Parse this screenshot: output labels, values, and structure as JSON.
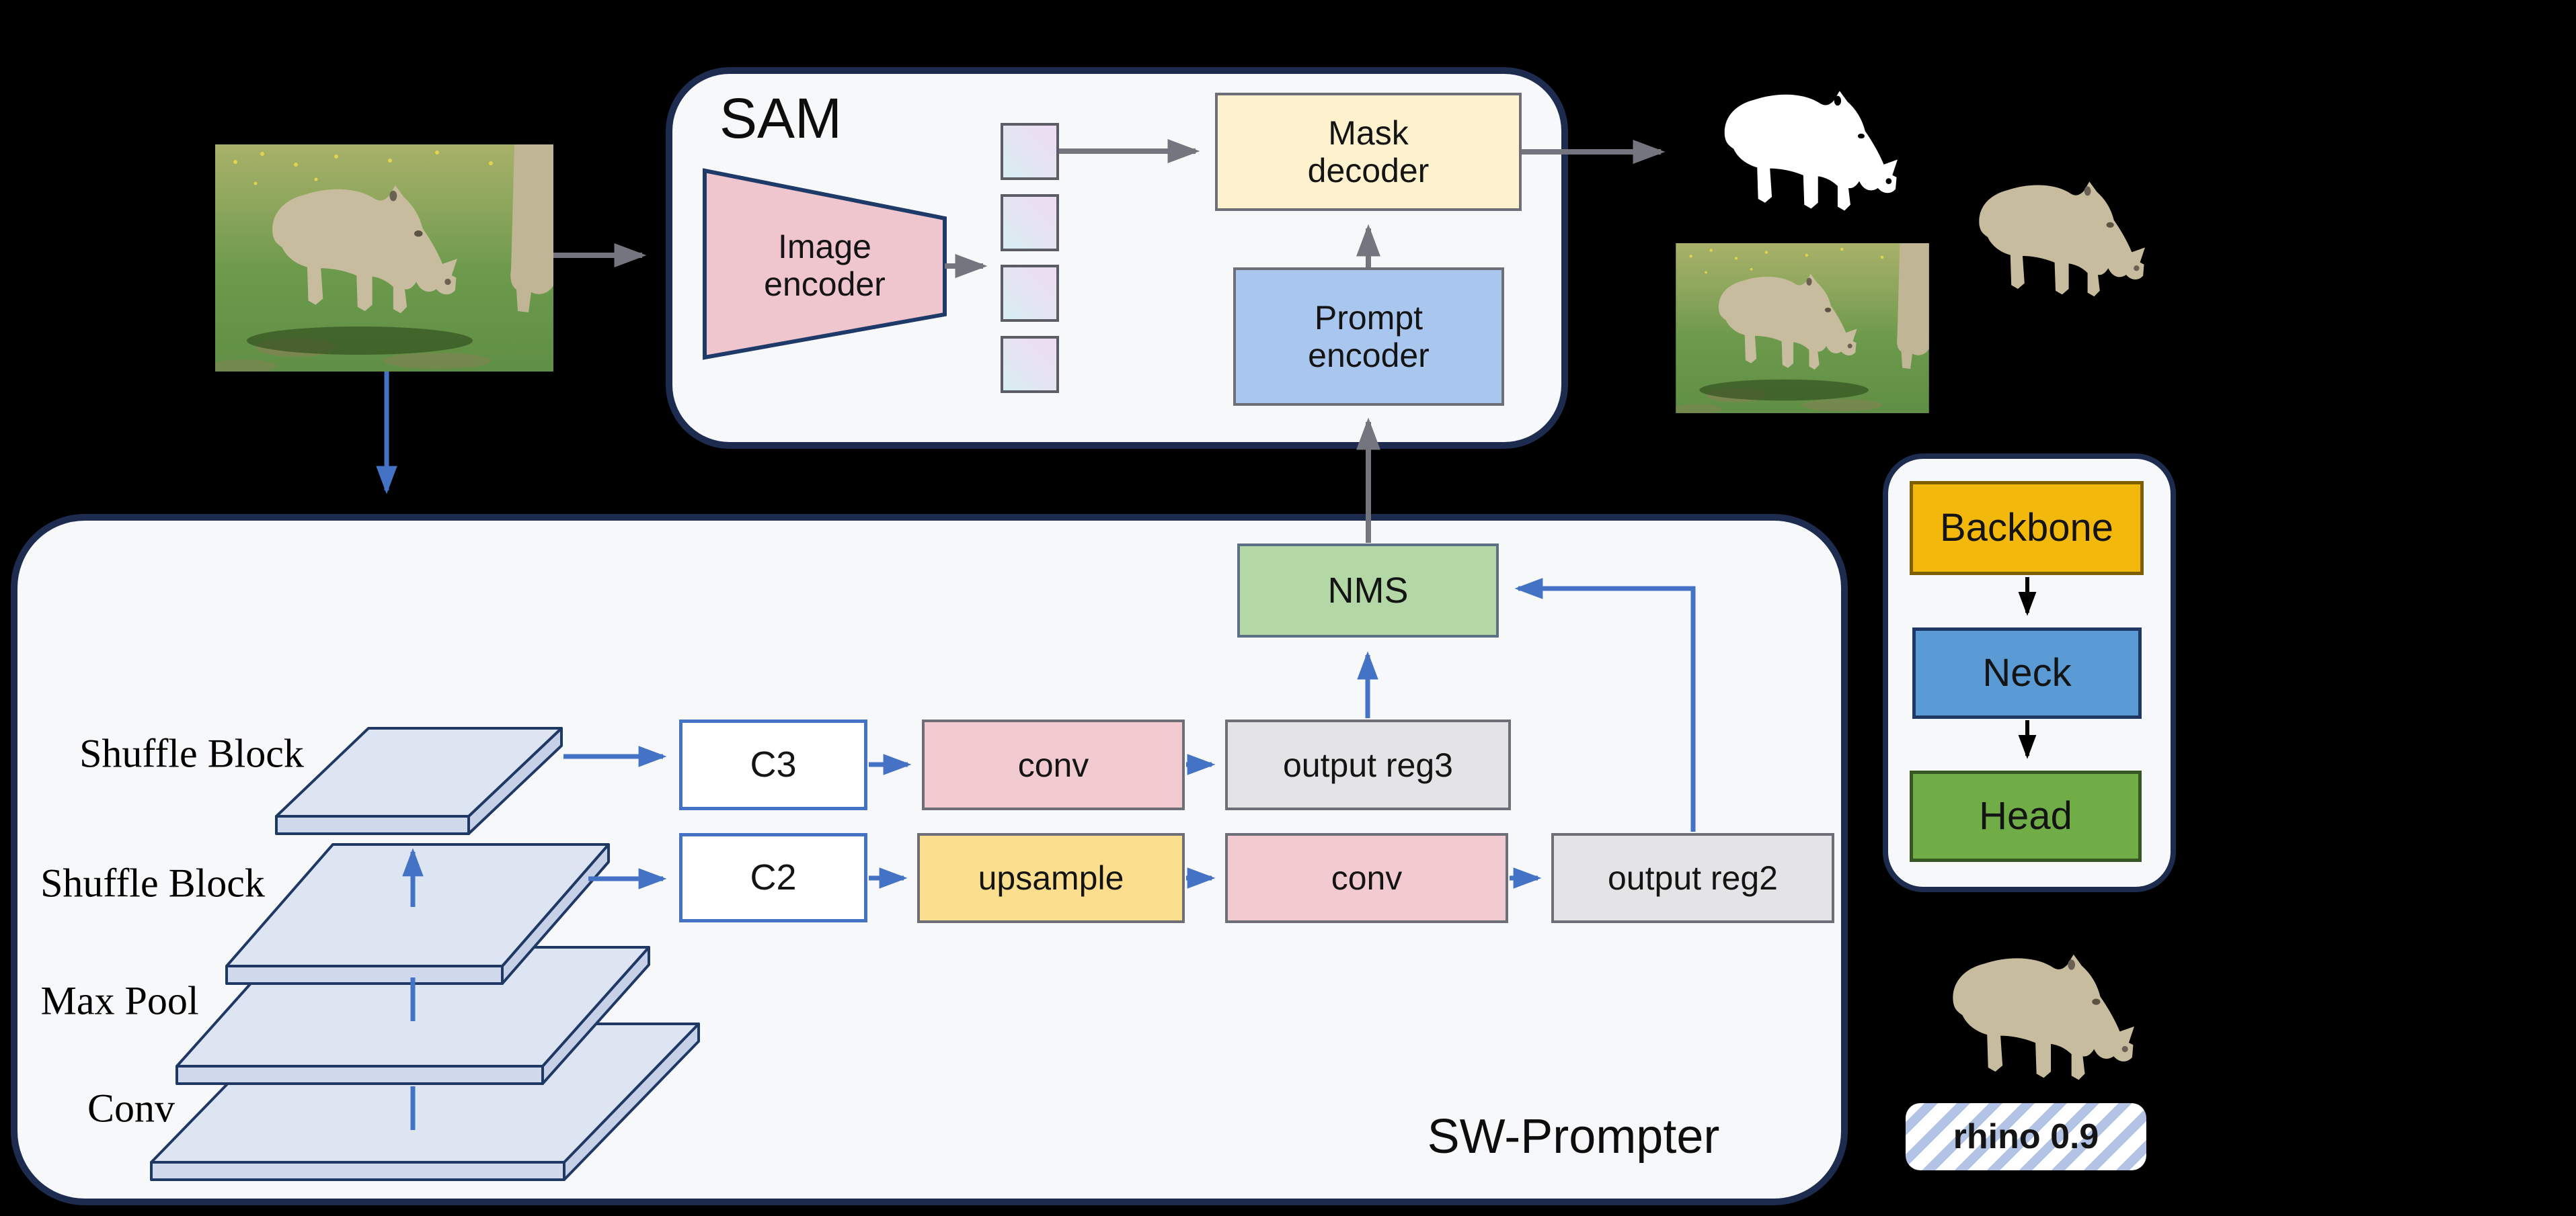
{
  "sam": {
    "title": "SAM",
    "image_encoder": {
      "line1": "Image",
      "line2": "encoder"
    },
    "mask_decoder": {
      "line1": "Mask",
      "line2": "decoder"
    },
    "prompt_encoder": {
      "line1": "Prompt",
      "line2": "encoder"
    }
  },
  "sw_prompter": {
    "title": "SW-Prompter",
    "layers": [
      {
        "label": "Shuffle Block"
      },
      {
        "label": "Shuffle Block"
      },
      {
        "label": "Max Pool"
      },
      {
        "label": "Conv"
      }
    ],
    "boxes": {
      "c3": "C3",
      "c2": "C2",
      "conv3": "conv",
      "output_reg3": "output reg3",
      "upsample": "upsample",
      "conv2": "conv",
      "output_reg2": "output reg2",
      "nms": "NMS"
    }
  },
  "legend": {
    "backbone": "Backbone",
    "neck": "Neck",
    "head": "Head"
  },
  "detection": {
    "label": "rhino 0.9"
  },
  "colors": {
    "background": "#000000",
    "panel_fill": "#f7f8fa",
    "panel_border": "#1d2c4e",
    "arrow_gray": "#75757f",
    "arrow_blue": "#4472c4",
    "image_encoder_fill": "#f0c6ce",
    "mask_decoder_fill": "#fdf2cd",
    "prompt_encoder_fill": "#a9c6ee",
    "nms_fill": "#b4d7a6",
    "conv_fill": "#f1cbd0",
    "upsample_fill": "#fbdf8e",
    "output_reg_fill": "#e4e4e6",
    "c_box_border": "#4472c4",
    "backbone_fill": "#f3b80c",
    "neck_fill": "#5b9bd5",
    "head_fill": "#70ad47",
    "slab_fill": "#dde4f2",
    "stripe_blue": "#b3c3e6"
  }
}
